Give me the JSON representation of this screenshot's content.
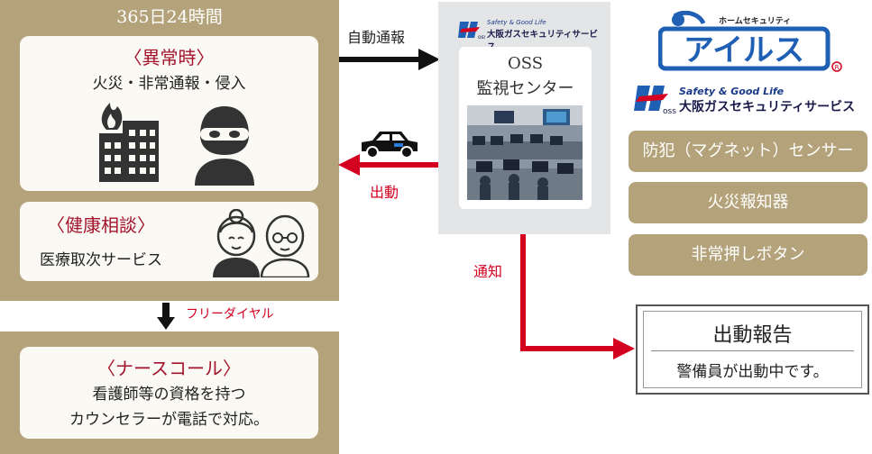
{
  "left": {
    "title": "365日24時間",
    "emergency": {
      "heading": "〈異常時〉",
      "items": "火災・非常通報・侵入"
    },
    "health": {
      "heading": "〈健康相談〉",
      "service": "医療取次サービス"
    },
    "free_dial": "フリーダイヤル",
    "nurse": {
      "heading": "〈ナースコール〉",
      "line1": "看護師等の資格を持つ",
      "line2": "カウンセラーが電話で対応。"
    }
  },
  "flow": {
    "auto_report": "自動通報",
    "dispatch": "出動",
    "notify": "通知"
  },
  "center": {
    "brand_tag": "Safety & Good Life",
    "brand_name": "大阪ガスセキュリティサービス",
    "title_line1": "OSS",
    "title_line2": "監視センター"
  },
  "right": {
    "logo_tag": "ホームセキュリティ",
    "logo_text": "アイルス",
    "brand_tag": "Safety & Good Life",
    "brand_name": "大阪ガスセキュリティサービス",
    "features": [
      "防犯（マグネット）センサー",
      "火災報知器",
      "非常押しボタン"
    ]
  },
  "report": {
    "title": "出動報告",
    "message": "警備員が出動中です。"
  },
  "colors": {
    "gold": "#b4a37a",
    "heading_red": "#a3132c",
    "arrow_red": "#d4001f",
    "logo_blue": "#1f5fb4"
  }
}
